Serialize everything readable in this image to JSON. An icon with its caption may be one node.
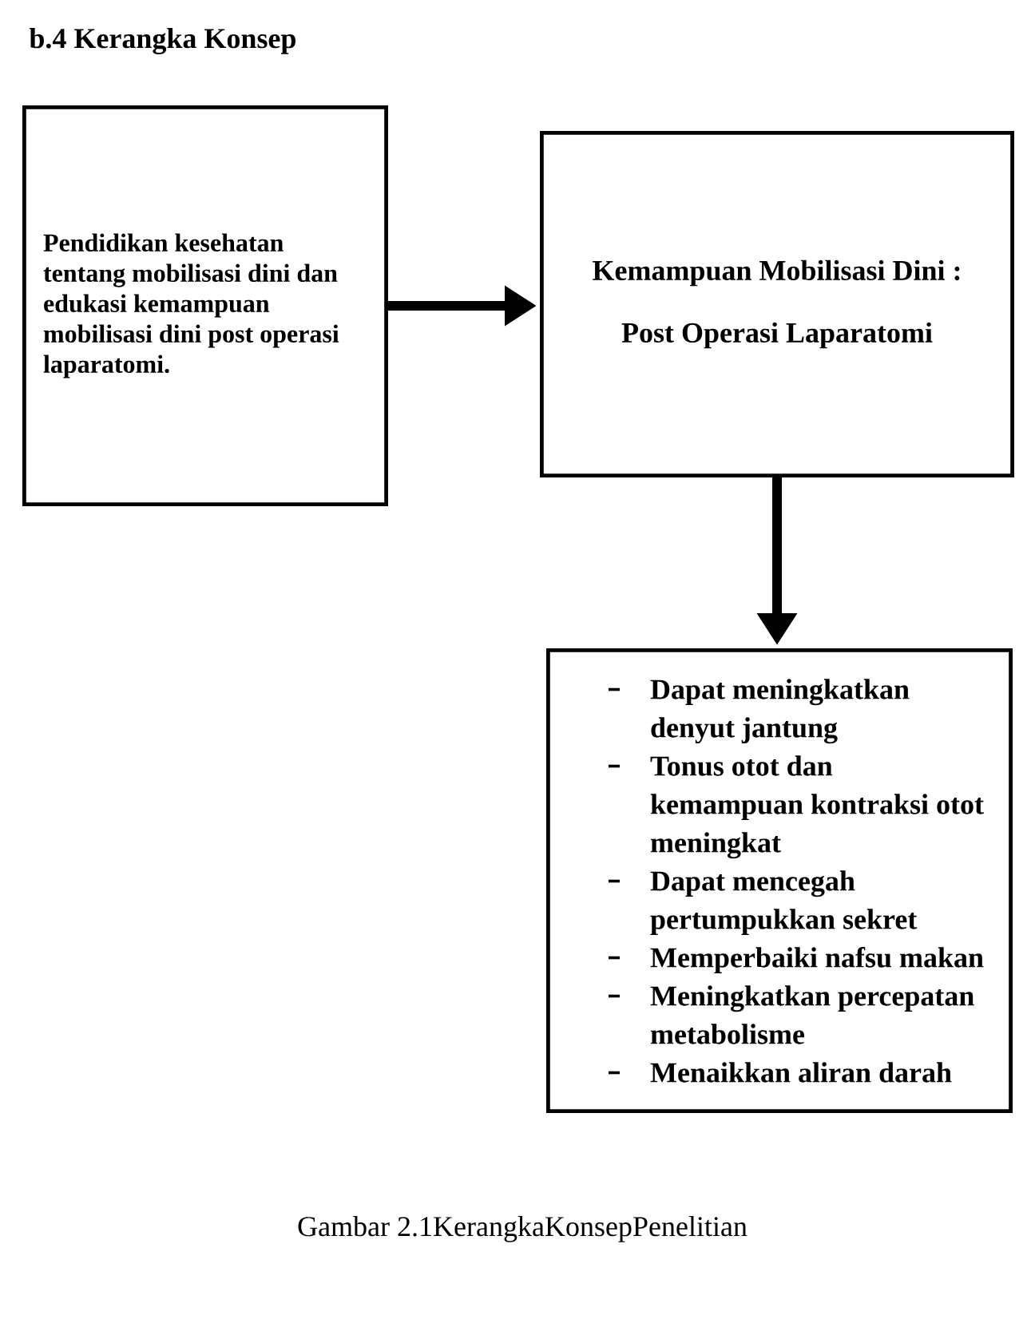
{
  "diagram": {
    "title": "b.4 Kerangka Konsep",
    "caption": "Gambar 2.1KerangkaKonsepPenelitian",
    "nodes": [
      {
        "text": [
          "Pendidikan kesehatan tentang mobilisasi dini dan edukasi kemampuan mobilisasi dini post operasi laparatomi."
        ]
      },
      {
        "text": [
          "Kemampuan Mobilisasi Dini :",
          "Post Operasi Laparatomi"
        ]
      },
      {
        "text": [
          "Dapat meningkatkan denyut jantung",
          "Tonus otot dan kemampuan kontraksi otot meningkat",
          "Dapat mencegah pertumpukkan sekret",
          "Memperbaiki nafsu makan",
          "Meningkatkan percepatan metabolisme",
          "Menaikkan aliran darah"
        ]
      }
    ],
    "edges": [
      {
        "from": 0,
        "to": 1,
        "arrow": "to"
      },
      {
        "from": 1,
        "to": 2,
        "arrow": "to"
      }
    ]
  }
}
